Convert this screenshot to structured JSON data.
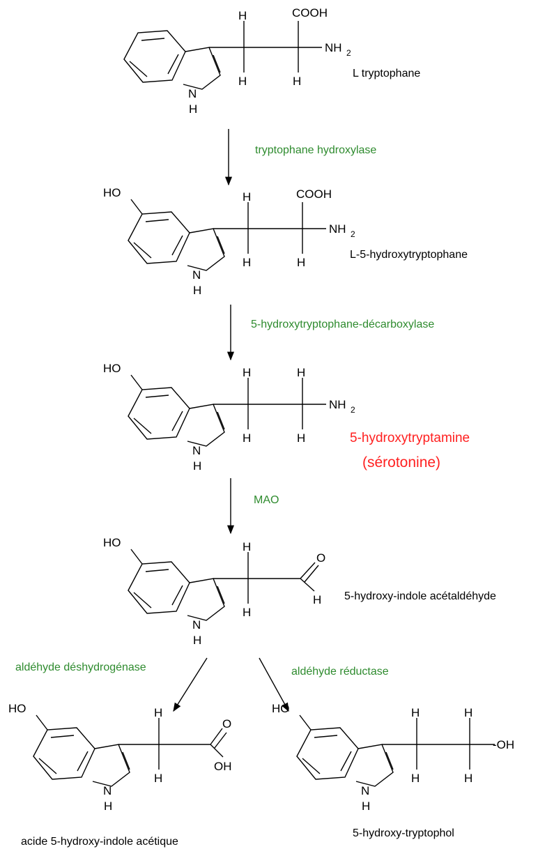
{
  "colors": {
    "molecule": "#000000",
    "enzyme": "#2e8b2e",
    "highlight": "#ff2020"
  },
  "atoms": {
    "h": "H",
    "ho": "HO",
    "nh": "NH",
    "nh_sub": "2",
    "n": "N",
    "cooh": "COOH",
    "o": "O",
    "oh": "OH",
    "oh_chain": "-OH"
  },
  "compounds": {
    "tryptophan": "L tryptophane",
    "htp": "L-5-hydroxytryptophane",
    "serotonin": "5-hydroxytryptamine",
    "serotonin_alt": "(sérotonine)",
    "aldehyde": "5-hydroxy-indole acétaldéhyde",
    "acid": "acide 5-hydroxy-indole acétique",
    "tryptophol": "5-hydroxy-tryptophol"
  },
  "enzymes": {
    "e1": "tryptophane hydroxylase",
    "e2": "5-hydroxytryptophane-décarboxylase",
    "e3": "MAO",
    "e4": "aldéhyde déshydrogénase",
    "e5": "aldéhyde réductase"
  }
}
